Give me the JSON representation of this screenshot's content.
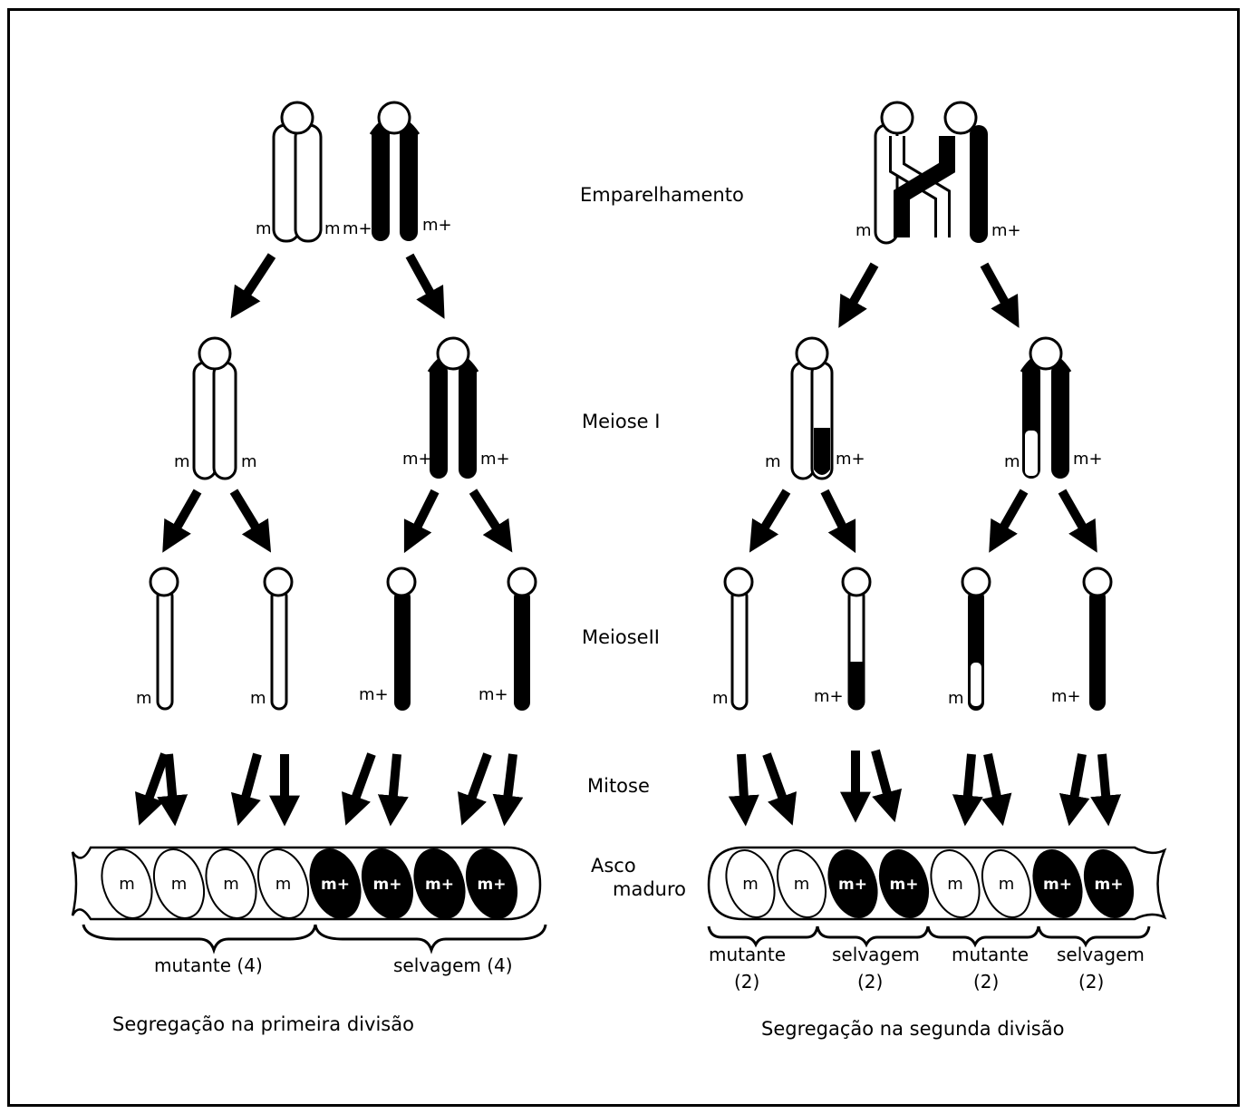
{
  "stages": {
    "pairing": "Emparelhamento",
    "meiosis1": "Meiose I",
    "meiosis2": "MeioseII",
    "mitosis": "Mitose",
    "ascus_line1": "Asco",
    "ascus_line2": "maduro"
  },
  "alleles": {
    "mutant": "m",
    "wild": "m+"
  },
  "left": {
    "groups": [
      "mutante (4)",
      "selvagem (4)"
    ],
    "caption": "Segregação na primeira divisão",
    "spores": [
      "m",
      "m",
      "m",
      "m",
      "m+",
      "m+",
      "m+",
      "m+"
    ]
  },
  "right": {
    "groups": [
      {
        "name": "mutante",
        "count": "(2)"
      },
      {
        "name": "selvagem",
        "count": "(2)"
      },
      {
        "name": "mutante",
        "count": "(2)"
      },
      {
        "name": "selvagem",
        "count": "(2)"
      }
    ],
    "caption": "Segregação na segunda divisão",
    "spores": [
      "m",
      "m",
      "m+",
      "m+",
      "m",
      "m",
      "m+",
      "m+"
    ]
  },
  "colors": {
    "line": "#000000",
    "fill_wild": "#000000",
    "fill_mutant": "#ffffff"
  }
}
